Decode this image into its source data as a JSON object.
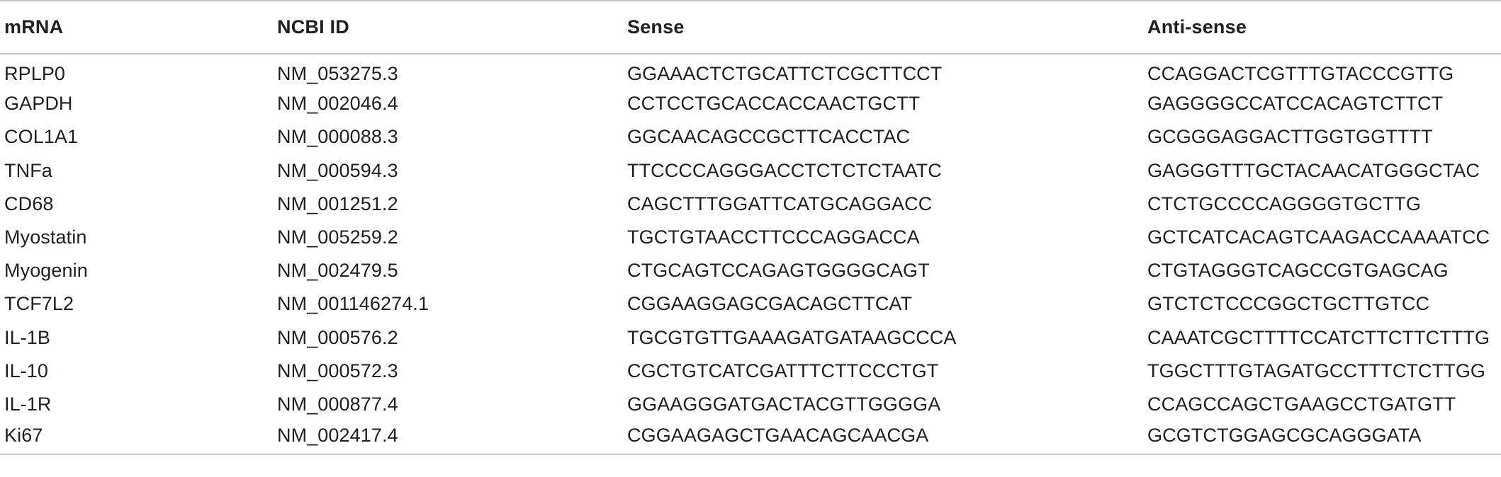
{
  "table": {
    "headers": [
      "mRNA",
      "NCBI ID",
      "Sense",
      "Anti-sense"
    ],
    "rows": [
      [
        "RPLP0",
        "NM_053275.3",
        "GGAAACTCTGCATTCTCGCTTCCT",
        "CCAGGACTCGTTTGTACCCGTTG"
      ],
      [
        "GAPDH",
        "NM_002046.4",
        "CCTCCTGCACCACCAACTGCTT",
        "GAGGGGCCATCCACAGTCTTCT"
      ],
      [
        "COL1A1",
        "NM_000088.3",
        "GGCAACAGCCGCTTCACCTAC",
        "GCGGGAGGACTTGGTGGTTTT"
      ],
      [
        "TNFa",
        "NM_000594.3",
        "TTCCCCAGGGACCTCTCTCTAATC",
        "GAGGGTTTGCTACAACATGGGCTAC"
      ],
      [
        "CD68",
        "NM_001251.2",
        "CAGCTTTGGATTCATGCAGGACC",
        "CTCTGCCCCAGGGGTGCTTG"
      ],
      [
        "Myostatin",
        "NM_005259.2",
        "TGCTGTAACCTTCCCAGGACCA",
        "GCTCATCACAGTCAAGACCAAAATCC"
      ],
      [
        "Myogenin",
        "NM_002479.5",
        "CTGCAGTCCAGAGTGGGGCAGT",
        "CTGTAGGGTCAGCCGTGAGCAG"
      ],
      [
        "TCF7L2",
        "NM_001146274.1",
        "CGGAAGGAGCGACAGCTTCAT",
        "GTCTCTCCCGGCTGCTTGTCC"
      ],
      [
        "IL-1B",
        "NM_000576.2",
        "TGCGTGTTGAAAGATGATAAGCCCA",
        "CAAATCGCTTTTCCATCTTCTTCTTTG"
      ],
      [
        "IL-10",
        "NM_000572.3",
        "CGCTGTCATCGATTTCTTCCCTGT",
        "TGGCTTTGTAGATGCCTTTCTCTTGG"
      ],
      [
        "IL-1R",
        "NM_000877.4",
        "GGAAGGGATGACTACGTTGGGGA",
        "CCAGCCAGCTGAAGCCTGATGTT"
      ],
      [
        "Ki67",
        "NM_002417.4",
        "CGGAAGAGCTGAACAGCAACGA",
        "GCGTCTGGAGCGCAGGGATA"
      ]
    ]
  }
}
